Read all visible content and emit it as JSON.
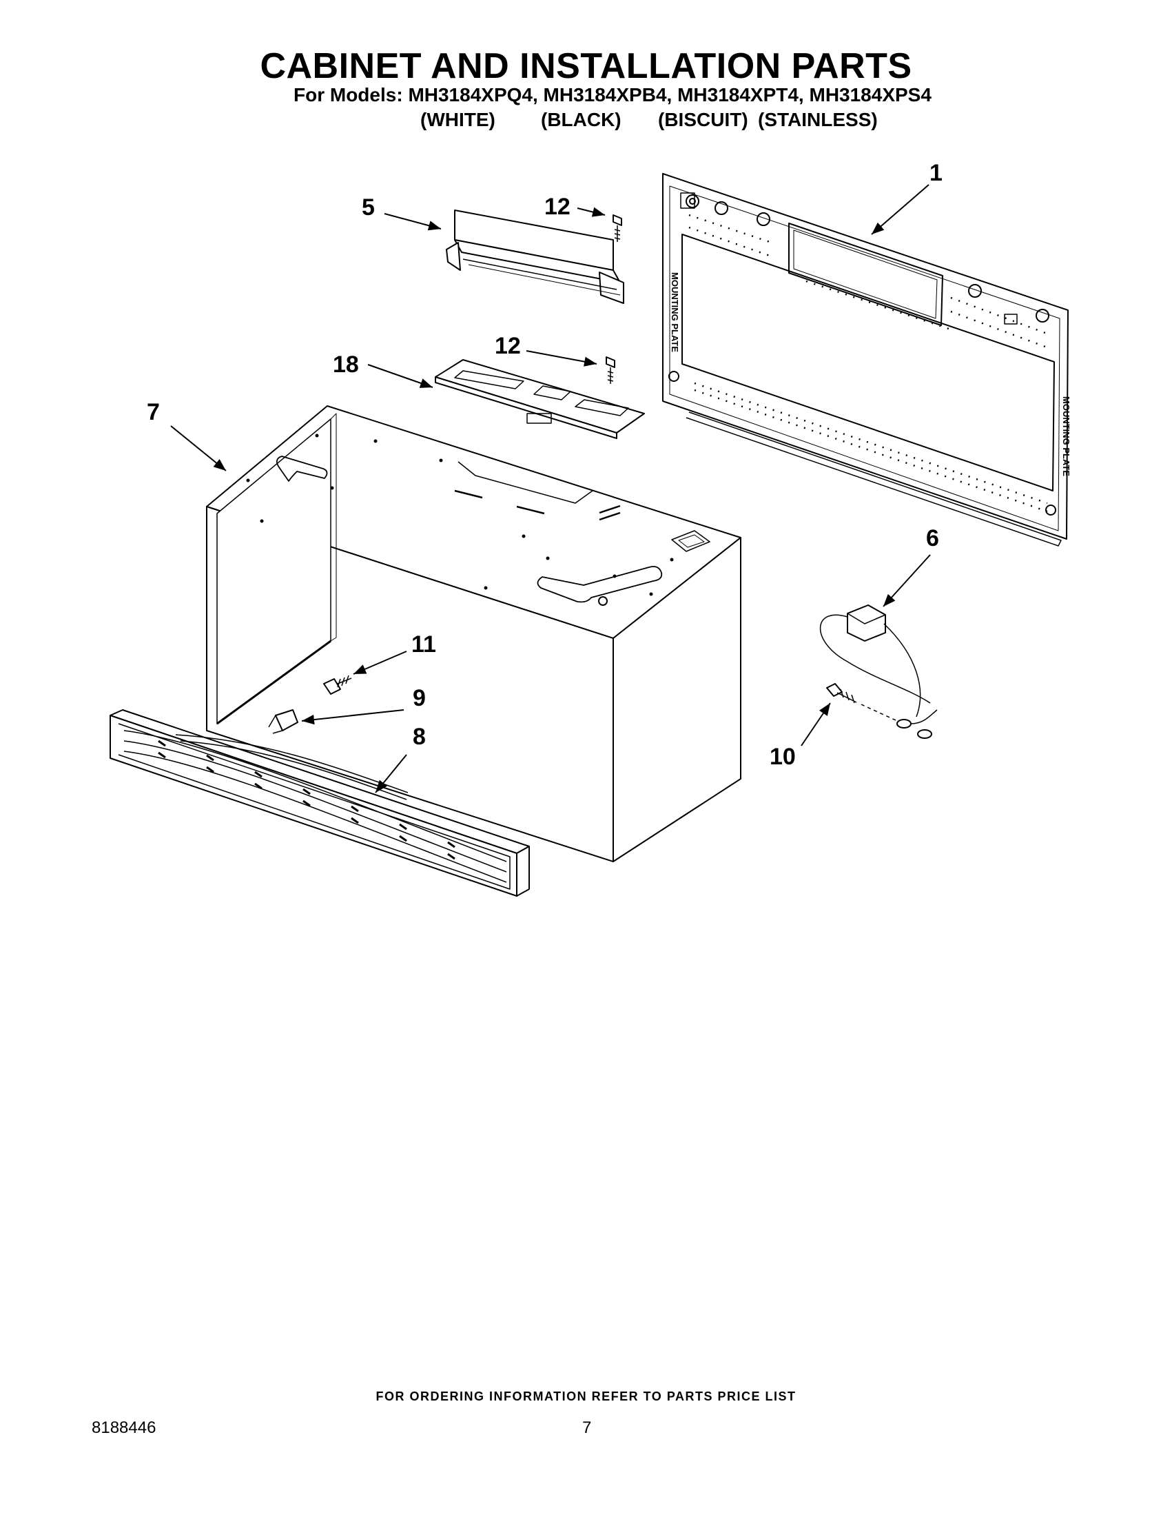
{
  "header": {
    "title": "CABINET AND INSTALLATION PARTS",
    "models_line": "For Models: MH3184XPQ4, MH3184XPB4, MH3184XPT4, MH3184XPS4",
    "colors": [
      "(WHITE)",
      "(BLACK)",
      "(BISCUIT)",
      "(STAINLESS)"
    ]
  },
  "diagram": {
    "plate_text": "MOUNTING PLATE",
    "callouts": [
      "1",
      "5",
      "12",
      "12",
      "18",
      "7",
      "6",
      "11",
      "9",
      "8",
      "10"
    ]
  },
  "footer": {
    "note": "FOR ORDERING INFORMATION REFER TO PARTS PRICE LIST",
    "doc_number": "8188446",
    "page_number": "7"
  }
}
